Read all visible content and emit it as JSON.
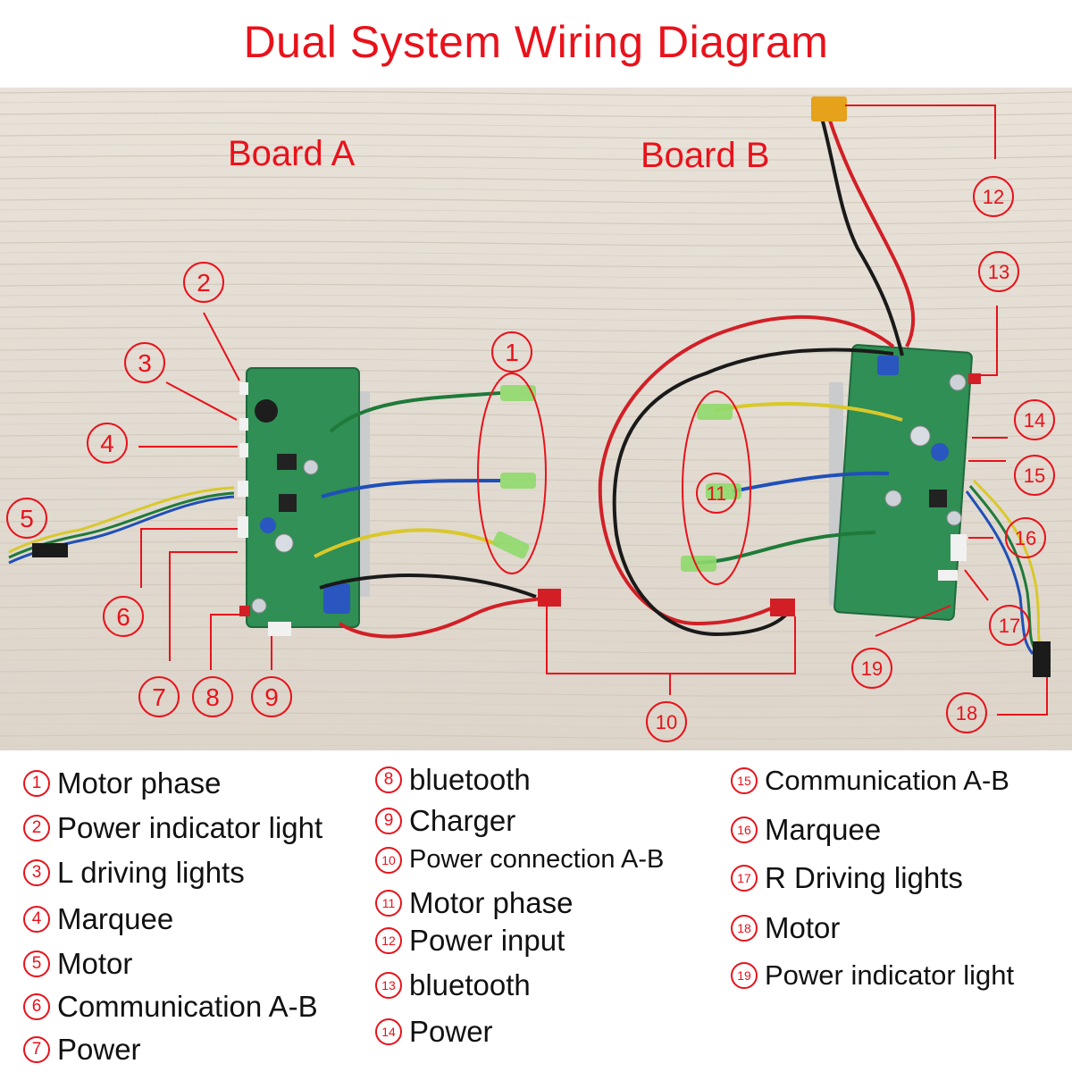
{
  "title": "Dual System Wiring Diagram",
  "boards": {
    "a": "Board A",
    "b": "Board B"
  },
  "callouts": [
    "1",
    "2",
    "3",
    "4",
    "5",
    "6",
    "7",
    "8",
    "9",
    "10",
    "11",
    "12",
    "13",
    "14",
    "15",
    "16",
    "17",
    "18",
    "19"
  ],
  "legend": [
    {
      "num": "1",
      "label": "Motor phase"
    },
    {
      "num": "2",
      "label": "Power indicator light"
    },
    {
      "num": "3",
      "label": "L driving lights"
    },
    {
      "num": "4",
      "label": "Marquee"
    },
    {
      "num": "5",
      "label": "Motor"
    },
    {
      "num": "6",
      "label": "Communication A-B"
    },
    {
      "num": "7",
      "label": "Power"
    },
    {
      "num": "8",
      "label": "bluetooth"
    },
    {
      "num": "9",
      "label": "Charger"
    },
    {
      "num": "10",
      "label": "Power connection A-B"
    },
    {
      "num": "11",
      "label": "Motor phase"
    },
    {
      "num": "12",
      "label": "Power input"
    },
    {
      "num": "13",
      "label": "bluetooth"
    },
    {
      "num": "14",
      "label": "Power"
    },
    {
      "num": "15",
      "label": "Communication A-B"
    },
    {
      "num": "16",
      "label": "Marquee"
    },
    {
      "num": "17",
      "label": "R Driving lights"
    },
    {
      "num": "18",
      "label": "Motor"
    },
    {
      "num": "19",
      "label": "Power indicator light"
    }
  ],
  "colors": {
    "accent": "#e8121b",
    "background": "#e4ddd3",
    "pcb": "#2f8f55",
    "wire_red": "#d21f26",
    "wire_black": "#1a1a1a",
    "wire_green": "#1f7a3a",
    "wire_blue": "#1f4fb8",
    "wire_yellow": "#d9c82a"
  }
}
